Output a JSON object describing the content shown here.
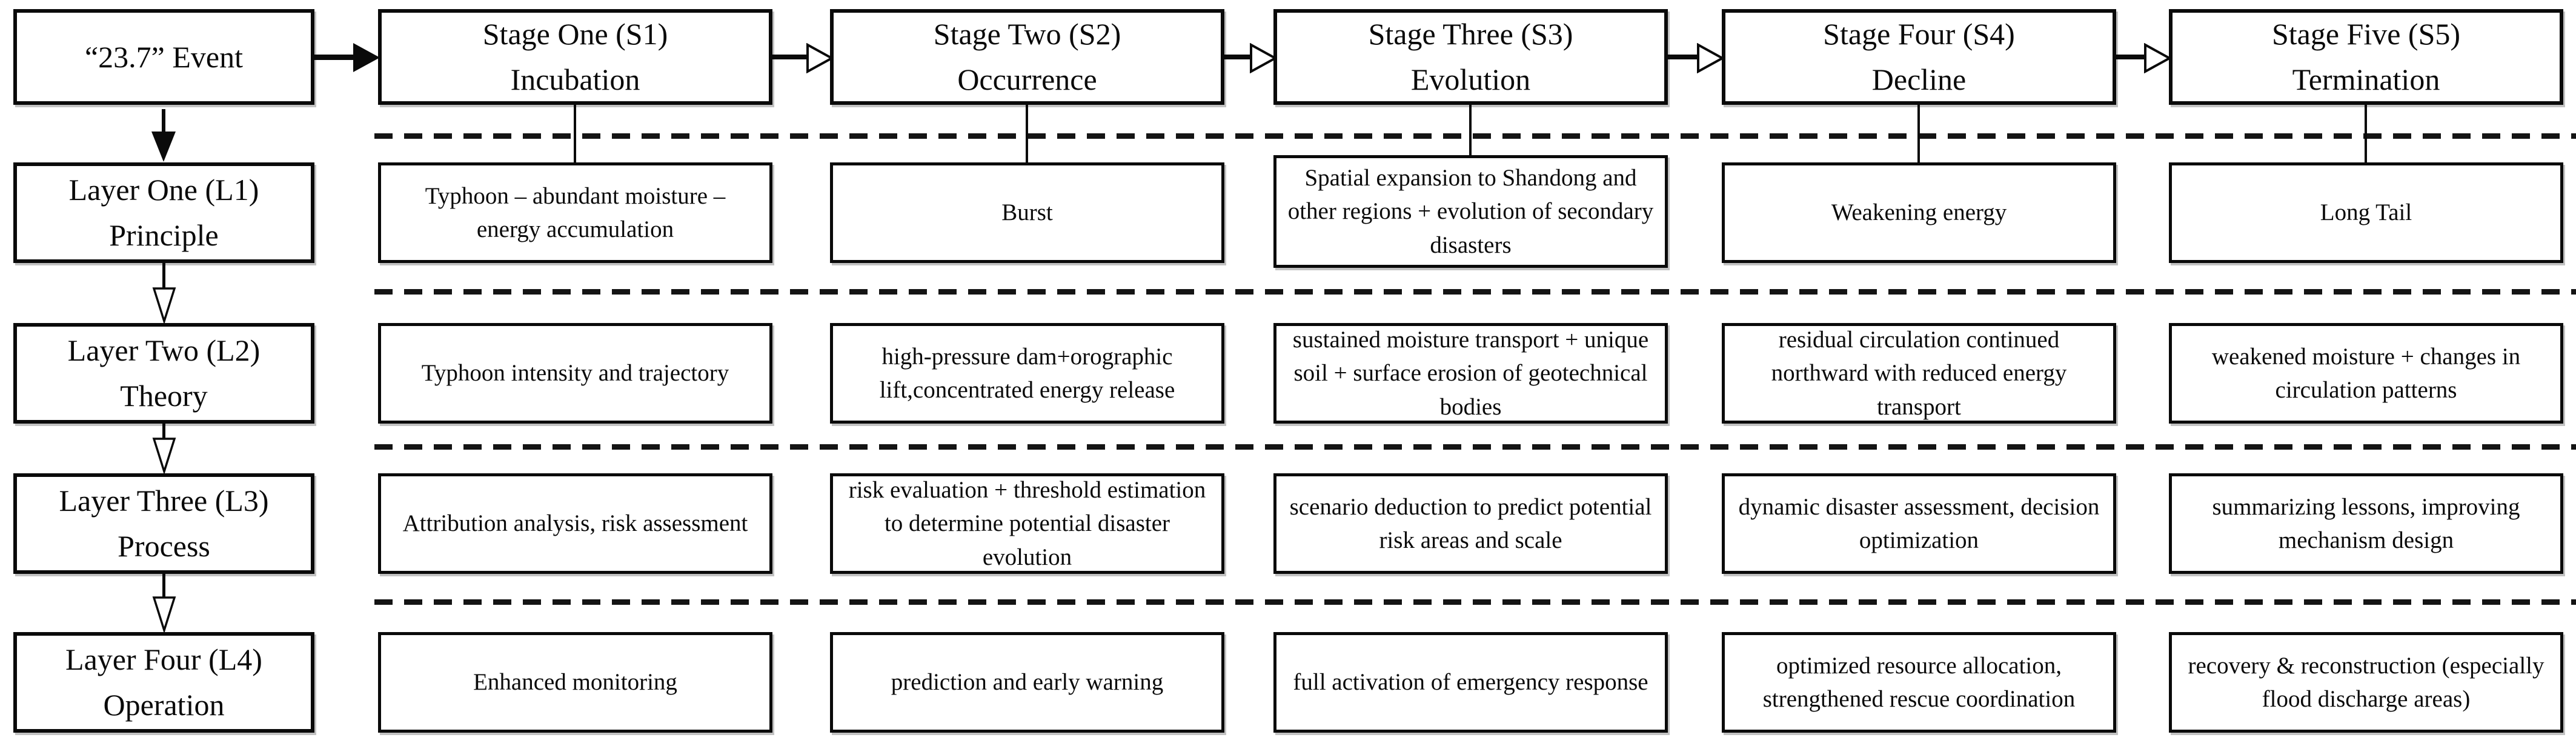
{
  "diagram": {
    "event_label": "“23.7” Event",
    "stages": [
      {
        "title": "Stage One (S1)",
        "subtitle": "Incubation"
      },
      {
        "title": "Stage Two (S2)",
        "subtitle": "Occurrence"
      },
      {
        "title": "Stage Three (S3)",
        "subtitle": "Evolution"
      },
      {
        "title": "Stage Four (S4)",
        "subtitle": "Decline"
      },
      {
        "title": "Stage Five (S5)",
        "subtitle": "Termination"
      }
    ],
    "rows": [
      {
        "layer_title": "Layer One (L1)",
        "layer_subtitle": "Principle",
        "cells": [
          "Typhoon – abundant moisture – energy accumulation",
          "Burst",
          "Spatial expansion to Shandong and other regions + evolution of secondary disasters",
          "Weakening energy",
          "Long Tail"
        ]
      },
      {
        "layer_title": "Layer Two (L2)",
        "layer_subtitle": "Theory",
        "cells": [
          "Typhoon intensity and trajectory",
          "high-pressure dam+orographic lift,concentrated energy release",
          "sustained moisture transport + unique soil + surface erosion of geotechnical bodies",
          "residual circulation continued northward with reduced energy transport",
          "weakened moisture + changes in circulation patterns"
        ]
      },
      {
        "layer_title": "Layer Three (L3)",
        "layer_subtitle": "Process",
        "cells": [
          "Attribution analysis, risk assessment",
          "risk evaluation + threshold estimation to determine potential disaster evolution",
          "scenario deduction to predict potential risk areas and scale",
          "dynamic disaster assessment, decision optimization",
          "summarizing lessons, improving mechanism design"
        ]
      },
      {
        "layer_title": "Layer Four (L4)",
        "layer_subtitle": "Operation",
        "cells": [
          "Enhanced monitoring",
          "prediction and early warning",
          "full activation of emergency response",
          "optimized resource allocation, strengthened rescue coordination",
          "recovery & reconstruction (especially flood discharge areas)"
        ]
      }
    ],
    "colors": {
      "line": "#0a0a0a",
      "box_background": "#ffffff"
    }
  }
}
